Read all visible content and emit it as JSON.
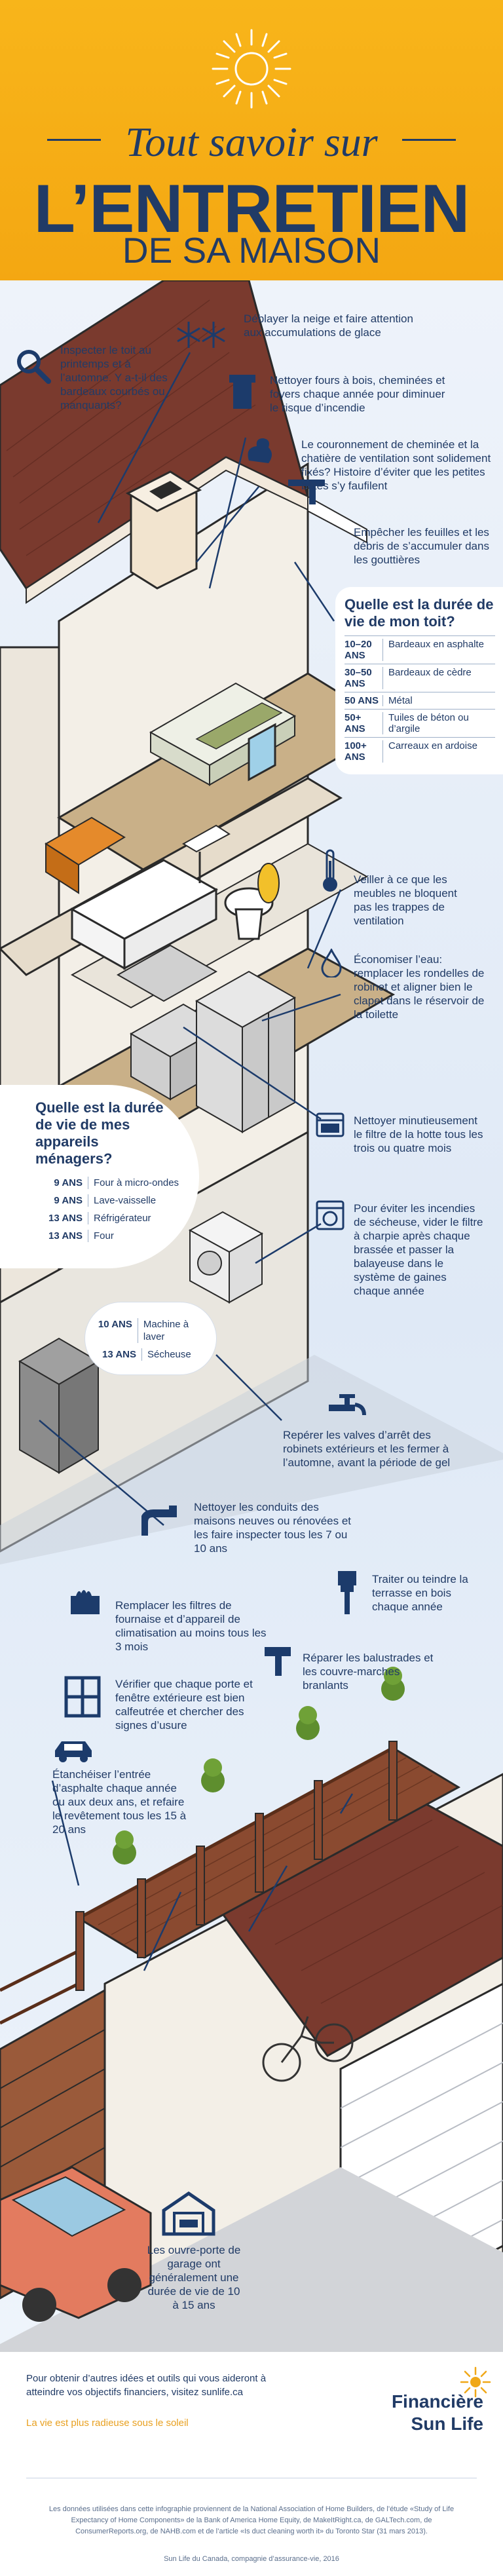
{
  "header": {
    "title_line1": "Tout savoir sur",
    "title_line2": "L’ENTRETIEN",
    "title_line3": "DE SA MAISON"
  },
  "tips": {
    "snow": "Déblayer la neige et faire attention aux accumulations de glace",
    "roof_inspect": "Inspecter le toit au printemps et à l’automne. Y a-t-il des bardeaux courbés ou manquants?",
    "fireplace": "Nettoyer fours à bois, cheminées et foyers chaque année pour diminuer le risque d’incendie",
    "chimney_crown": "Le couronnement de cheminée et la chatière de ventilation sont solidement fixés? Histoire d’éviter que les petites bêtes s’y faufilent",
    "gutters": "Empêcher les feuilles et les débris de s’accumuler dans les gouttières",
    "vents": "Veiller à ce que les meubles ne bloquent pas les trappes de ventilation",
    "water": "Économiser l’eau: remplacer les rondelles de robinet et aligner bien le clapet dans le réservoir de la toilette",
    "hood_filter": "Nettoyer minutieusement le filtre de la hotte tous les trois ou quatre mois",
    "dryer": "Pour éviter les incendies de sécheuse, vider le filtre à charpie après chaque brassée et passer la balayeuse dans le système de gaines chaque année",
    "valves": "Repérer les valves d’arrêt des robinets extérieurs et les fermer à l’automne, avant la période de gel",
    "ducts": "Nettoyer les conduits des maisons neuves ou rénovées et les faire inspecter tous les 7 ou 10 ans",
    "furnace": "Remplacer les filtres de fournaise et d’appareil de climatisation au moins tous les 3 mois",
    "deck": "Traiter ou teindre la terrasse en bois chaque année",
    "railings": "Réparer les balustrades et les couvre-marches branlants",
    "windows": "Vérifier que chaque porte et fenêtre extérieure est bien calfeutrée et chercher des signes d’usure",
    "driveway": "Étanchéiser l’entrée d’asphalte chaque année ou aux deux ans, et refaire le revêtement tous les 15 à 20 ans",
    "garage": "Les ouvre-porte de garage ont généralement une durée de vie de 10 à 15 ans"
  },
  "roof_card": {
    "title": "Quelle est la durée de vie de mon toit?",
    "rows": [
      {
        "years": "10–20 ANS",
        "material": "Bardeaux en asphalte"
      },
      {
        "years": "30–50 ANS",
        "material": "Bardeaux de cèdre"
      },
      {
        "years": "50 ANS",
        "material": "Métal"
      },
      {
        "years": "50+ ANS",
        "material": "Tuiles de béton ou d’argile"
      },
      {
        "years": "100+ ANS",
        "material": "Carreaux en ardoise"
      }
    ]
  },
  "appliance_card": {
    "title": "Quelle est la durée de vie de mes appareils ménagers?",
    "rows": [
      {
        "years": "9 ANS",
        "label": "Four à micro-ondes"
      },
      {
        "years": "9 ANS",
        "label": "Lave-vaisselle"
      },
      {
        "years": "13 ANS",
        "label": "Réfrigérateur"
      },
      {
        "years": "13 ANS",
        "label": "Four"
      }
    ]
  },
  "laundry_card": {
    "rows": [
      {
        "years": "10 ANS",
        "label": "Machine à laver"
      },
      {
        "years": "13 ANS",
        "label": "Sécheuse"
      }
    ]
  },
  "footer": {
    "main_text": "Pour obtenir d’autres idées et outils qui vous aideront à atteindre vos objectifs financiers, visitez sunlife.ca",
    "slogan": "La vie est plus radieuse sous le soleil",
    "logo_line1": "Financière",
    "logo_line2": "Sun Life",
    "sources": "Les données utilisées dans cette infographie proviennent de la National Association of Home Builders, de l’étude «Study of Life Expectancy of Home Components» de la Bank of America Home Equity, de MakeItRight.ca, de GALTech.com, de ConsumerReports.org, de NAHB.com et de l’article «Is duct cleaning worth it» du Toronto Star (31 mars 2013).",
    "copyright": "Sun Life du Canada, compagnie d’assurance-vie, 2016"
  },
  "colors": {
    "header_bg": "#f6ad15",
    "navy": "#213b66",
    "roof_brown": "#7a3a2e",
    "sky": "#e4ecf7",
    "accent_gold": "#e8a020"
  }
}
